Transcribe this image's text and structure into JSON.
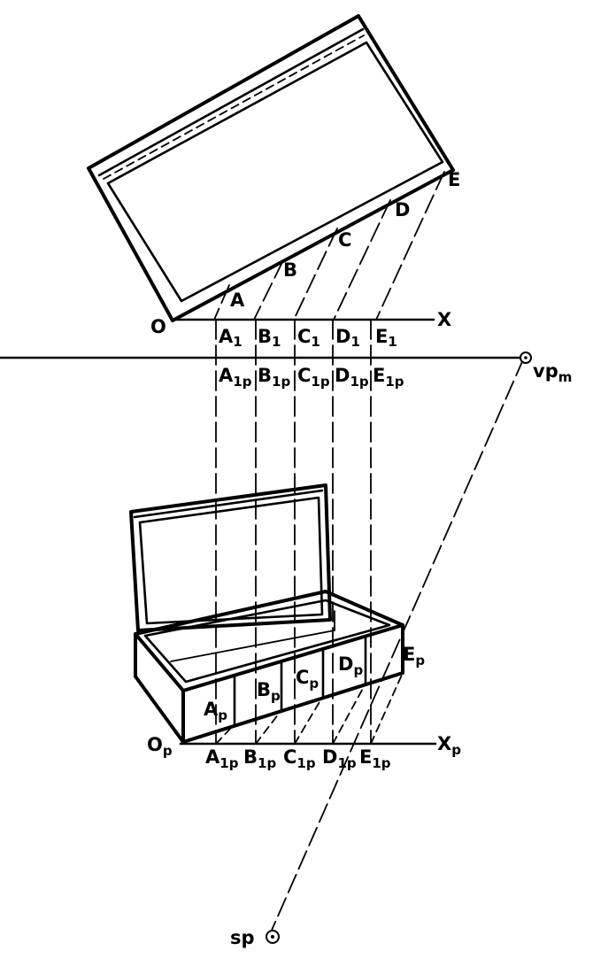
{
  "plan_labels": {
    "origin": "O",
    "axis": "X",
    "points": [
      "A",
      "B",
      "C",
      "D",
      "E"
    ]
  },
  "plan_axis_points": [
    {
      "base": "A",
      "sub": "1"
    },
    {
      "base": "B",
      "sub": "1"
    },
    {
      "base": "C",
      "sub": "1"
    },
    {
      "base": "D",
      "sub": "1"
    },
    {
      "base": "E",
      "sub": "1"
    }
  ],
  "horizon_points": [
    {
      "base": "A",
      "sub": "1p"
    },
    {
      "base": "B",
      "sub": "1p"
    },
    {
      "base": "C",
      "sub": "1p"
    },
    {
      "base": "D",
      "sub": "1p"
    },
    {
      "base": "E",
      "sub": "1p"
    }
  ],
  "vanishing_point": {
    "base": "vp",
    "sub": "m"
  },
  "station_point": {
    "base": "sp"
  },
  "perspective_labels": {
    "origin": {
      "base": "O",
      "sub": "p"
    },
    "axis": {
      "base": "X",
      "sub": "p"
    },
    "points": [
      {
        "base": "A",
        "sub": "p"
      },
      {
        "base": "B",
        "sub": "p"
      },
      {
        "base": "C",
        "sub": "p"
      },
      {
        "base": "D",
        "sub": "p"
      },
      {
        "base": "E",
        "sub": "p"
      }
    ],
    "ground_points": [
      {
        "base": "A",
        "sub": "1p"
      },
      {
        "base": "B",
        "sub": "1p"
      },
      {
        "base": "C",
        "sub": "1p"
      },
      {
        "base": "D",
        "sub": "1p"
      },
      {
        "base": "E",
        "sub": "1p"
      }
    ]
  }
}
